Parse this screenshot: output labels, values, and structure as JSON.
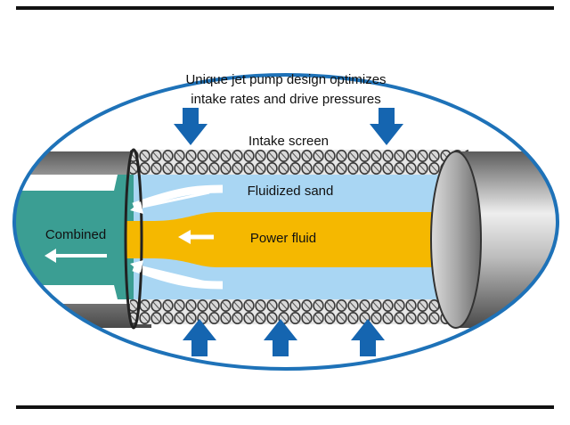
{
  "diagram": {
    "headline_line1": "Unique jet pump design optimizes",
    "headline_line2": "intake rates and drive pressures",
    "labels": {
      "intake_screen": "Intake screen",
      "fluidized_sand": "Fluidized sand",
      "power_fluid": "Power fluid",
      "combined": "Combined"
    }
  },
  "colors": {
    "ellipse_border": "#1e72b8",
    "arrow_blue": "#1565b0",
    "sand_blue": "#a9d6f3",
    "power_yellow": "#f5b800",
    "combined_teal": "#3b9e93",
    "pipe_gray": "#9a9a9a",
    "rule_black": "#111111"
  },
  "icons": [
    "down-arrow-icon",
    "up-arrow-icon",
    "left-flow-arrow-icon"
  ]
}
